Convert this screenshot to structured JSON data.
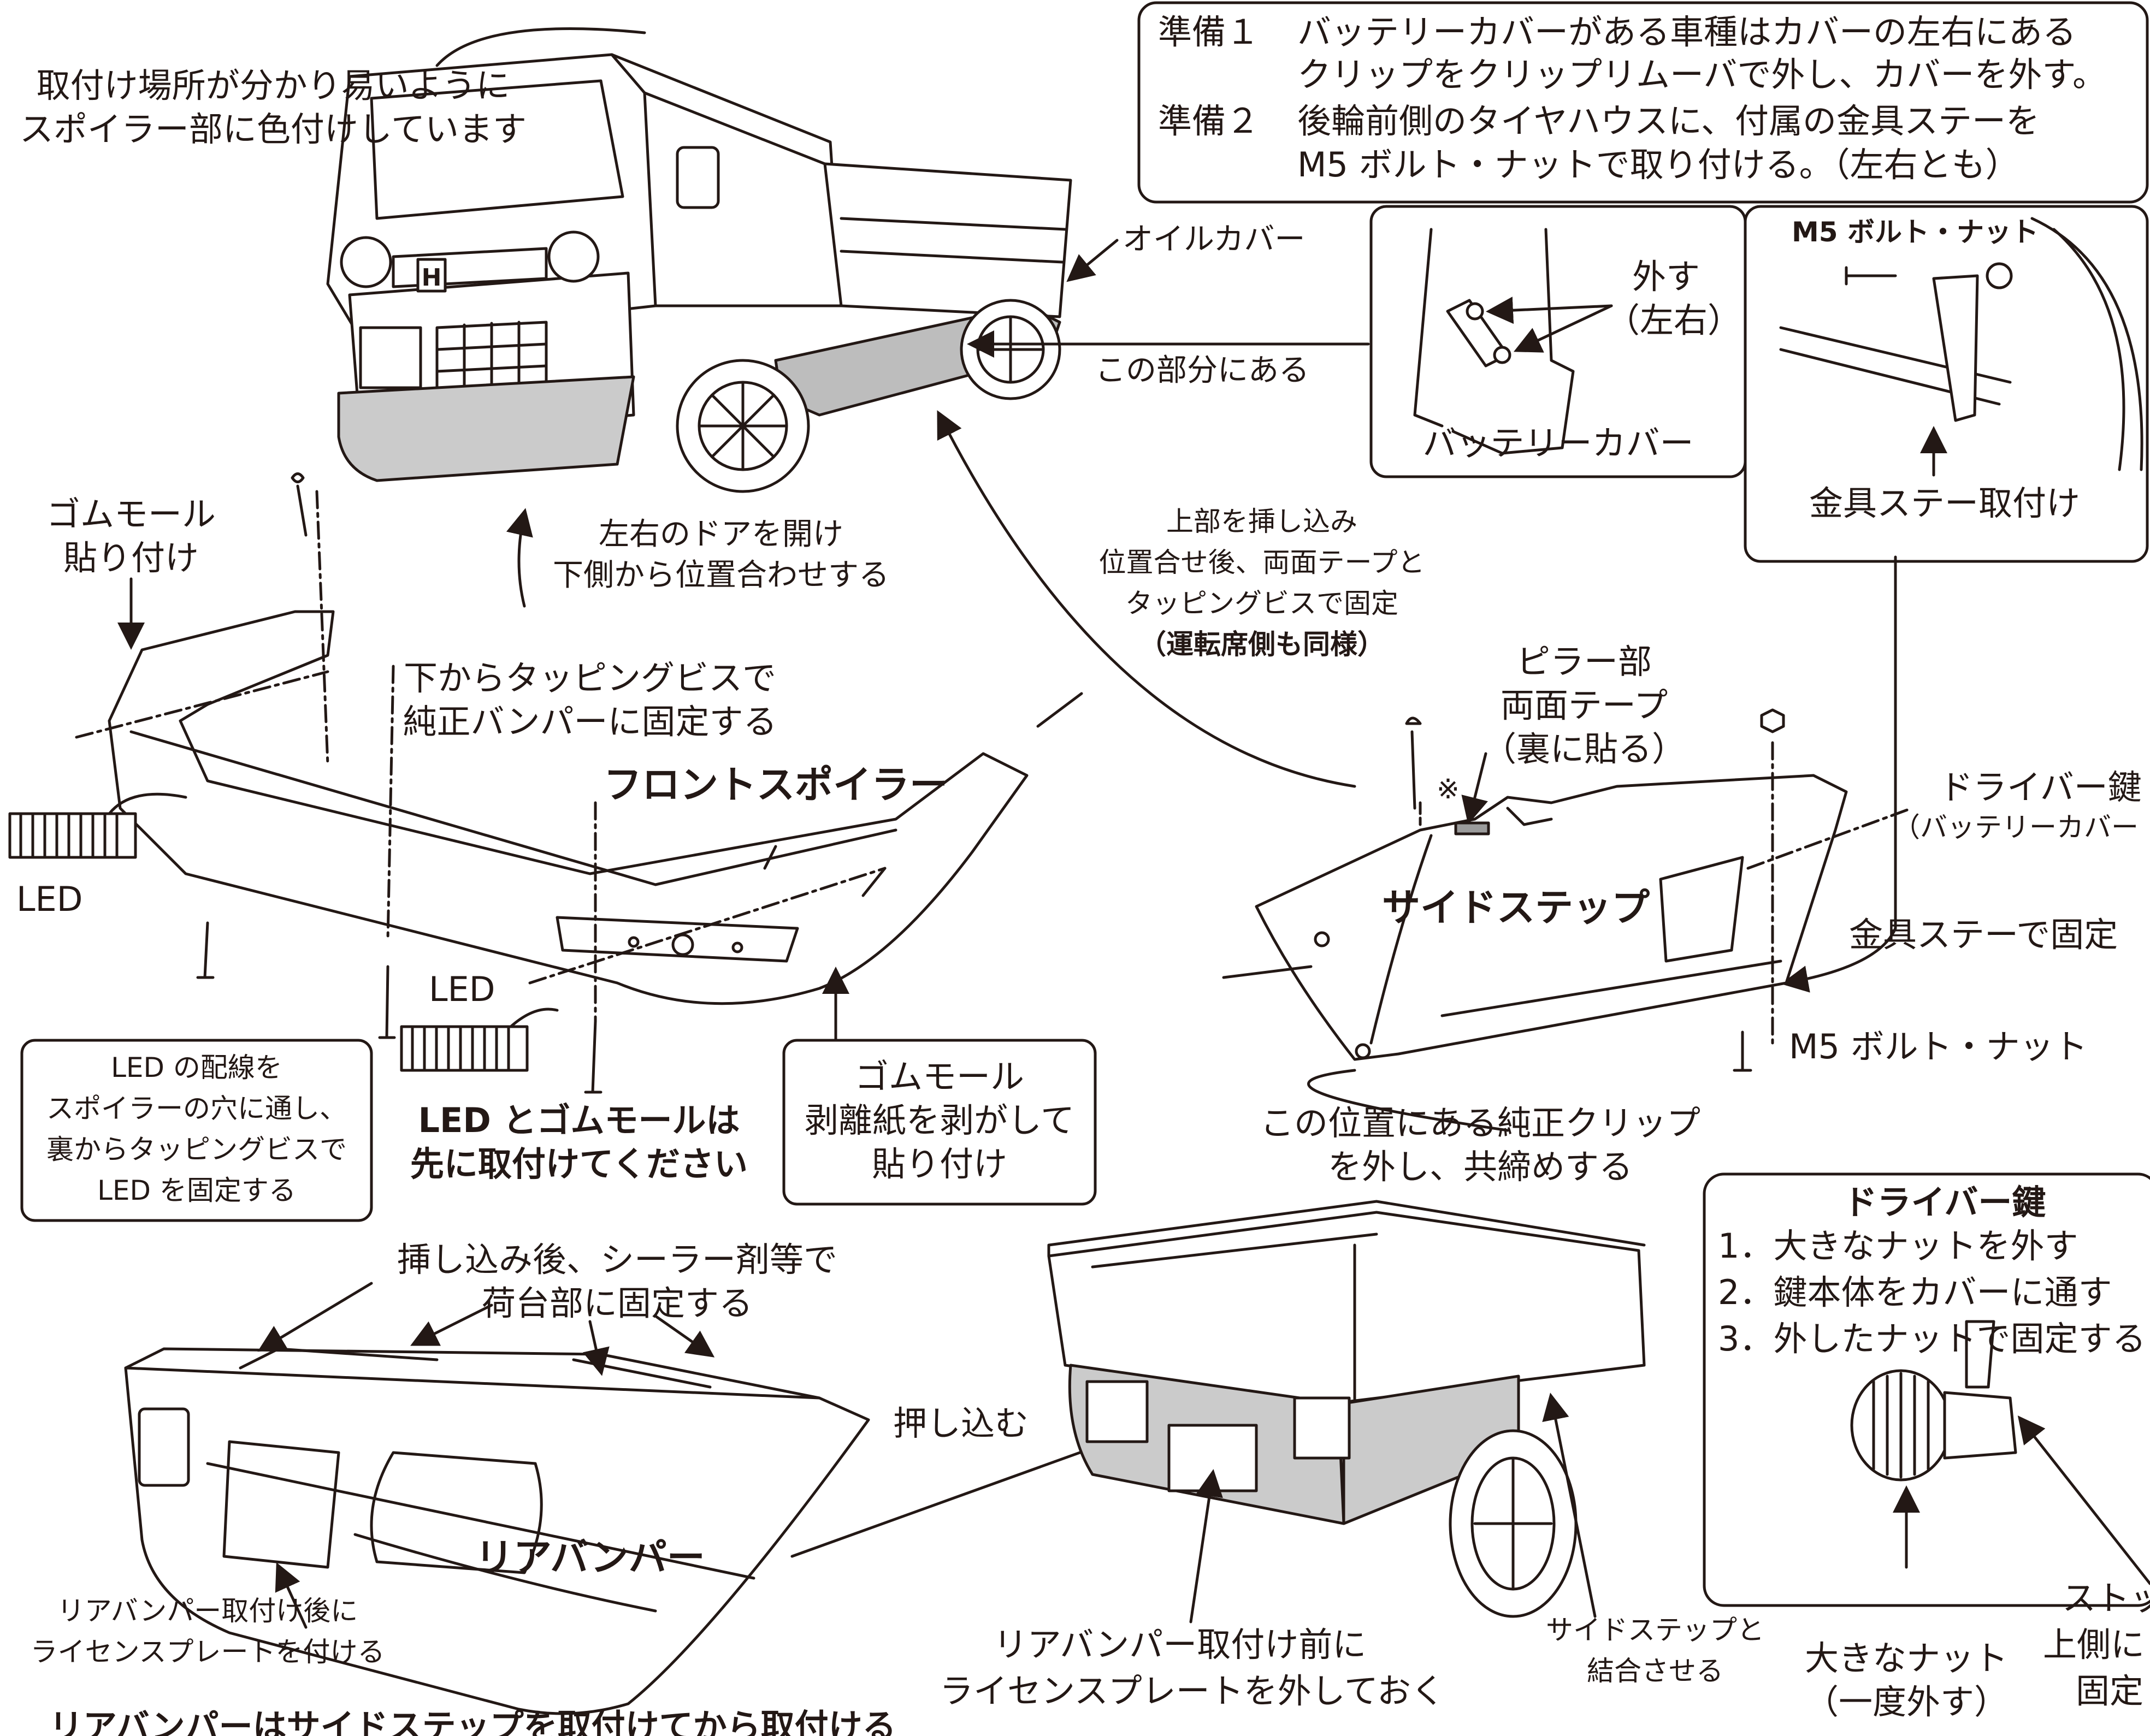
{
  "notes": {
    "prep1_label": "準備１",
    "prep1_line1": "バッテリーカバーがある車種はカバーの左右にある",
    "prep1_line2": "クリップをクリップリムーバで外し、カバーを外す。",
    "prep2_label": "準備２",
    "prep2_line1": "後輪前側のタイヤハウスに、付属の金具ステーを",
    "prep2_line2": "M5 ボルト・ナットで取り付ける。（左右とも）"
  },
  "truck": {
    "color_note_line1": "取付け場所が分かり易いように",
    "color_note_line2": "スポイラー部に色付けしています",
    "oil_cover": "オイルカバー",
    "here_part": "この部分にある"
  },
  "battery_cover": {
    "remove_line1": "外す",
    "remove_line2": "（左右）",
    "title": "バッテリーカバー"
  },
  "bracket": {
    "bolt_nut": "M5 ボルト・ナット",
    "install": "金具ステー取付け"
  },
  "front": {
    "rubber_mold_line1": "ゴムモール",
    "rubber_mold_line2": "貼り付け",
    "door_line1": "左右のドアを開け",
    "door_line2": "下側から位置合わせする",
    "screw_line1": "下からタッピングビスで",
    "screw_line2": "純正バンパーに固定する",
    "title": "フロントスポイラー",
    "led1": "LED",
    "led2": "LED",
    "led_box_line1": "LED の配線を",
    "led_box_line2": "スポイラーの穴に通し、",
    "led_box_line3": "裏からタッピングビスで",
    "led_box_line4": "LED を固定する",
    "first_line1": "LED とゴムモールは",
    "first_line2": "先に取付けてください",
    "mold_box_line1": "ゴムモール",
    "mold_box_line2": "剥離紙を剥がして",
    "mold_box_line3": "貼り付け"
  },
  "side": {
    "upper_line1": "上部を挿し込み",
    "upper_line2": "位置合せ後、両面テープと",
    "upper_line3": "タッピングビスで固定",
    "upper_line4": "（運転席側も同様）",
    "pillar_line1": "ピラー部",
    "pillar_line2": "両面テープ",
    "pillar_line3": "（裏に貼る）",
    "mark": "※",
    "title": "サイドステップ",
    "driver_key": "ドライバー鍵",
    "battery_cover_paren": "（バッテリーカバー",
    "stay_fix": "金具ステーで固定",
    "bolt_nut": "M5 ボルト・ナット",
    "clip_line1": "この位置にある純正クリップ",
    "clip_line2": "を外し、共締めする"
  },
  "key_box": {
    "title": "ドライバー鍵",
    "step1": "1．大きなナットを外す",
    "step2": "2．鍵本体をカバーに通す",
    "step3": "3．外したナットで固定する",
    "big_nut_line1": "大きなナット",
    "big_nut_line2": "（一度外す）",
    "stopper_line1": "ストッ",
    "stopper_line2": "上側に",
    "stopper_line3": "固定"
  },
  "rear": {
    "insert_line1": "挿し込み後、シーラー剤等で",
    "insert_line2": "荷台部に固定する",
    "push_in": "押し込む",
    "title": "リアバンパー",
    "plate_after_line1": "リアバンパー取付け後に",
    "plate_after_line2": "ライセンスプレートを付ける",
    "plate_before_line1": "リアバンパー取付け前に",
    "plate_before_line2": "ライセンスプレートを外しておく",
    "join_line1": "サイドステップと",
    "join_line2": "結合させる",
    "bottom_note": "リアバンパーはサイドステップを取付けてから取付ける"
  }
}
